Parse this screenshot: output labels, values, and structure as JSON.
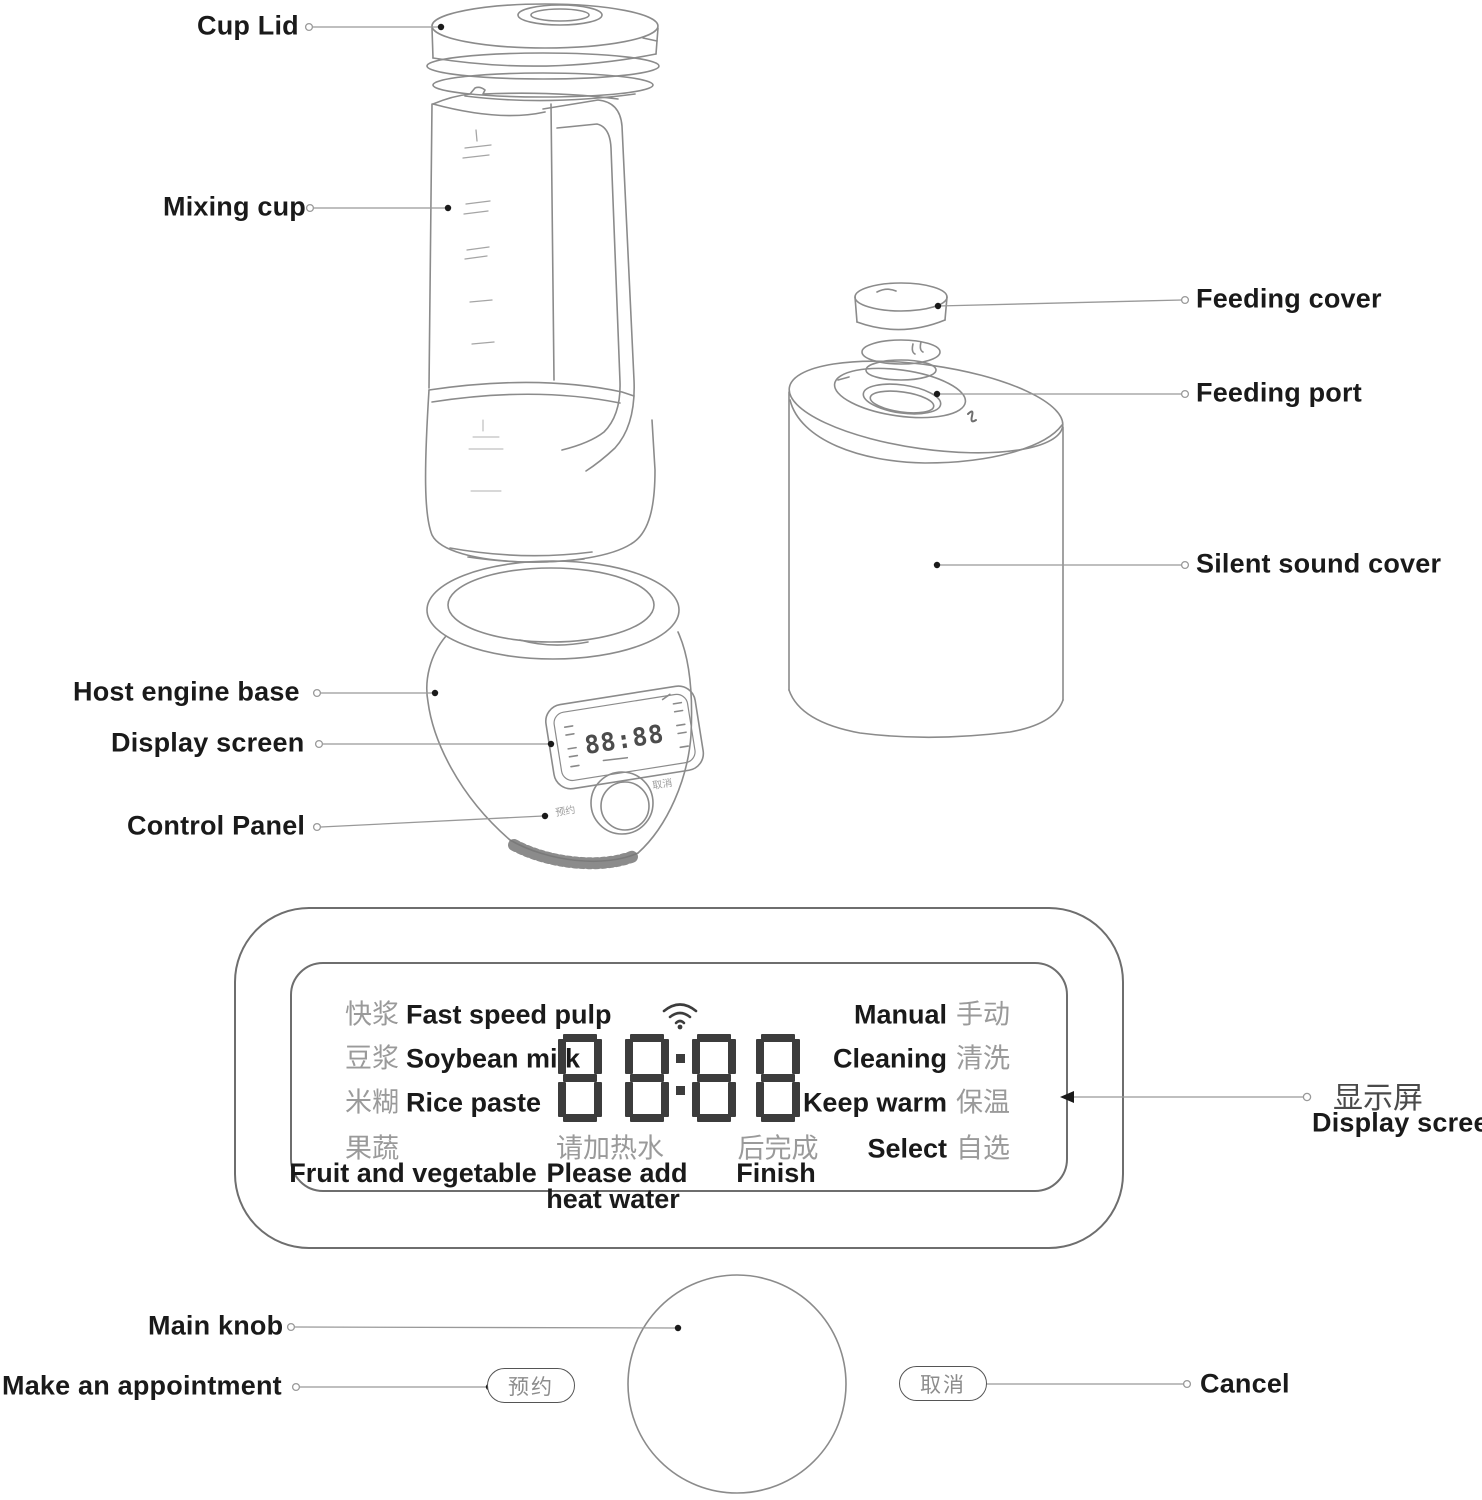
{
  "labels": {
    "cup_lid": "Cup Lid",
    "mixing_cup": "Mixing cup",
    "feeding_cover": "Feeding cover",
    "feeding_port": "Feeding port",
    "silent_sound_cover": "Silent sound cover",
    "host_engine_base": "Host engine base",
    "display_screen": "Display screen",
    "control_panel": "Control Panel",
    "main_knob": "Main knob",
    "make_an_appointment": "Make an appointment",
    "cancel": "Cancel",
    "display_screen_cn": "显示屏",
    "display_screen_en": "Display screen"
  },
  "display_panel": {
    "left_modes": [
      {
        "cn": "快浆",
        "en": "Fast speed pulp"
      },
      {
        "cn": "豆浆",
        "en": "Soybean milk"
      },
      {
        "cn": "米糊",
        "en": "Rice paste"
      },
      {
        "cn": "果蔬",
        "en": "Fruit and vegetable"
      }
    ],
    "right_modes": [
      {
        "en": "Manual",
        "cn": "手动"
      },
      {
        "en": "Cleaning",
        "cn": "清洗"
      },
      {
        "en": "Keep warm",
        "cn": "保温"
      },
      {
        "en": "Select",
        "cn": "自选"
      }
    ],
    "add_water": {
      "cn": "请加热水",
      "en_line1": "Please add",
      "en_line2": "heat water"
    },
    "finish": {
      "cn": "后完成",
      "en": "Finish"
    },
    "time_display": "88:88",
    "wifi_icon": "wifi-signal"
  },
  "base_unit": {
    "display_time": "88:88"
  },
  "buttons": {
    "appointment": {
      "cn": "预约"
    },
    "cancel": {
      "cn": "取消"
    }
  },
  "colors": {
    "line_art": "#8b8b8b",
    "leader_line": "#999999",
    "label_text": "#1a1a1a",
    "panel_chinese": "#9a9a9a",
    "panel_english": "#1a1a1a",
    "segment": "#3c3c3c"
  }
}
